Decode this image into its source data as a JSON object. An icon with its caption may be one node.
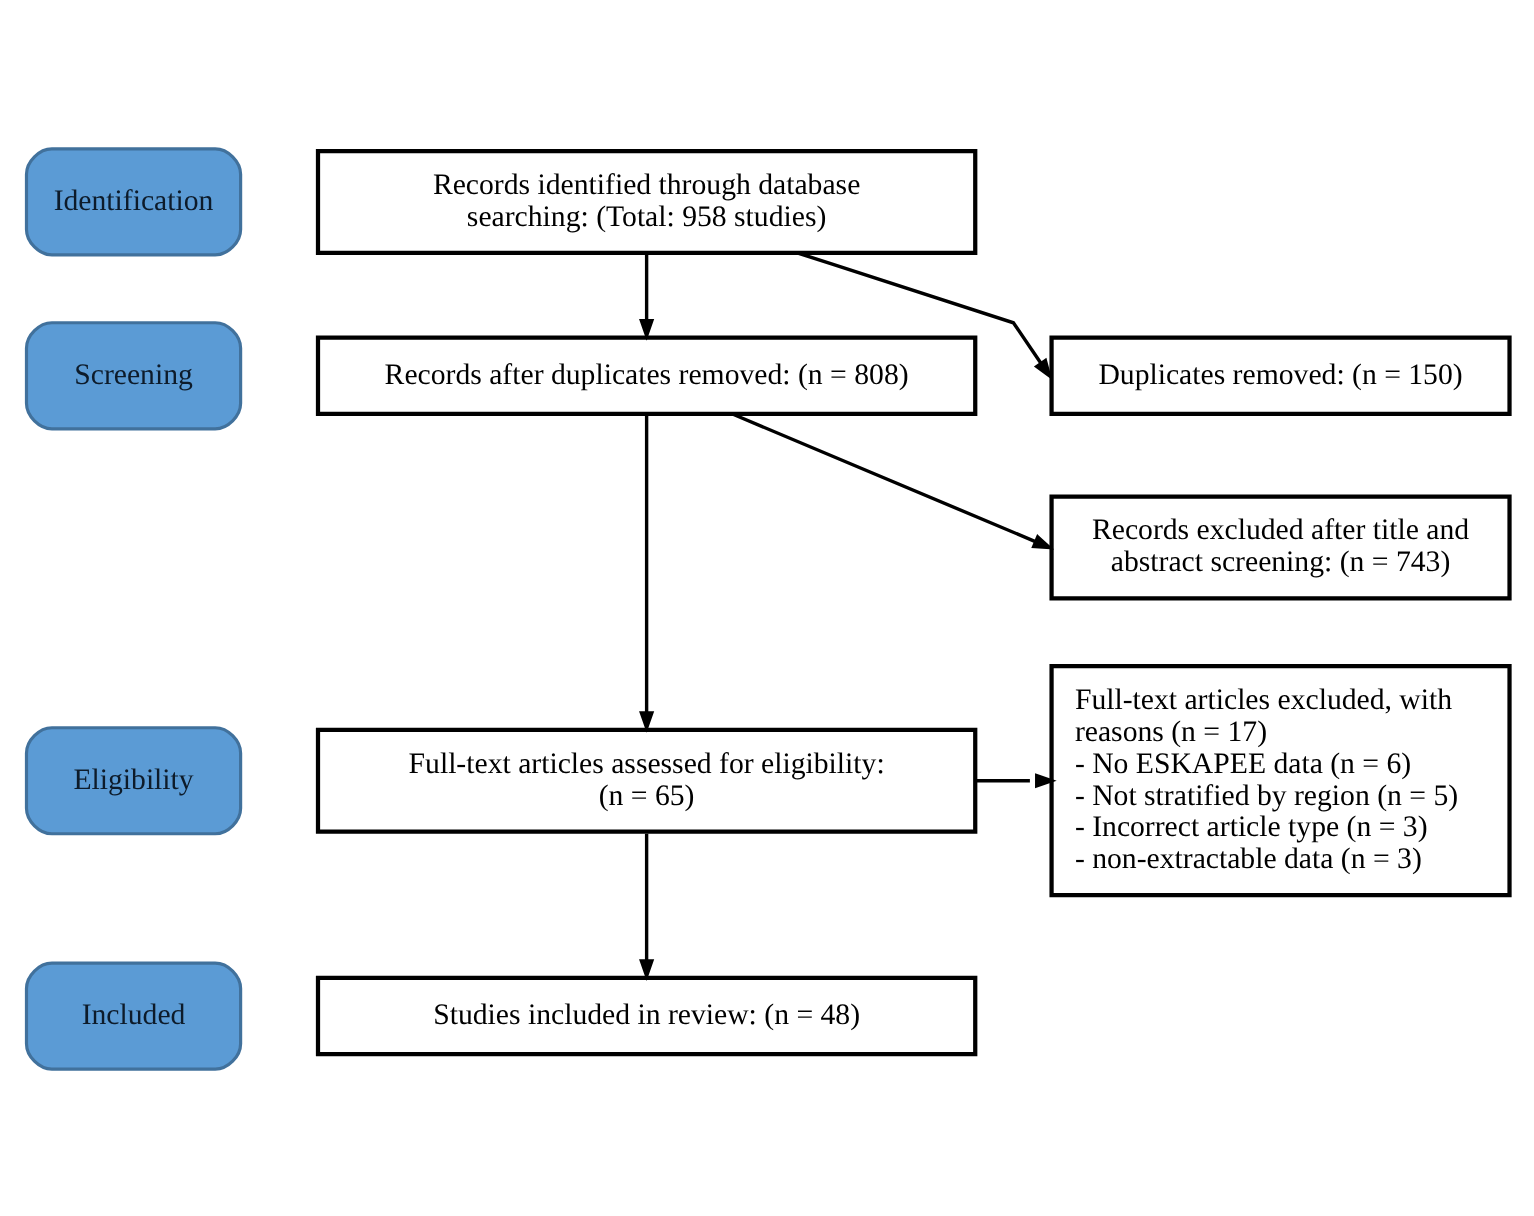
{
  "diagram": {
    "nodes": [
      {
        "text": [
          "Identification"
        ]
      },
      {
        "text": [
          "Records identified through database searching: (Total: 958 studies)"
        ]
      },
      {
        "text": [
          "Duplicates removed: (n = 150)"
        ]
      },
      {
        "text": [
          "Screening"
        ]
      },
      {
        "text": [
          "Records after duplicates removed: (n = 808)"
        ]
      },
      {
        "text": [
          "Records excluded after title and abstract screening: (n = 743)"
        ]
      },
      {
        "text": [
          "Eligibility"
        ]
      },
      {
        "text": [
          "Full-text articles assessed for eligibility:  (n = 65)"
        ]
      },
      {
        "text": [
          "Full-text articles excluded, with reasons (n = 17)",
          "- No ESKAPEE data (n = 6)",
          "- Not stratified by region (n = 5)",
          "- Incorrect article type (n = 3)",
          "- non-extractable data (n = 3)"
        ]
      },
      {
        "text": [
          "Included"
        ]
      },
      {
        "text": [
          "Studies included in review: (n = 48)"
        ]
      }
    ],
    "edges": [
      {
        "from": 1,
        "to": 4,
        "arrow": "to"
      },
      {
        "from": 1,
        "to": 2,
        "arrow": "to"
      },
      {
        "from": 4,
        "to": 7,
        "arrow": "to"
      },
      {
        "from": 4,
        "to": 5,
        "arrow": "to"
      },
      {
        "from": 7,
        "to": 8,
        "arrow": "to"
      },
      {
        "from": 7,
        "to": 10,
        "arrow": "to"
      }
    ]
  }
}
